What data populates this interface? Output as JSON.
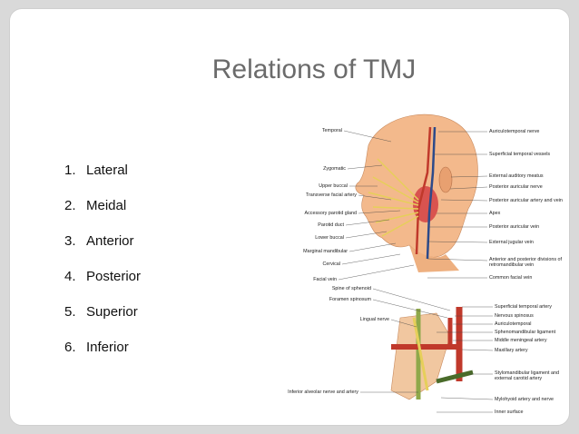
{
  "title": "Relations of TMJ",
  "relations": [
    {
      "num": "1.",
      "text": "Lateral"
    },
    {
      "num": "2.",
      "text": "Meidal"
    },
    {
      "num": "3.",
      "text": "Anterior"
    },
    {
      "num": "4.",
      "text": "Posterior"
    },
    {
      "num": "5.",
      "text": "Superior"
    },
    {
      "num": "6.",
      "text": "Inferior"
    }
  ],
  "head_figure": {
    "left_labels": [
      "Temporal",
      "Zygomatic",
      "Upper buccal",
      "Transverse facial artery",
      "Accessory parotid gland",
      "Parotid duct",
      "Lower buccal",
      "Marginal mandibular",
      "Cervical",
      "Facial vein"
    ],
    "right_labels": [
      "Auriculotemporal nerve",
      "Superficial temporal vessels",
      "External auditory meatus",
      "Posterior auricular nerve",
      "Posterior auricular artery and vein",
      "Apex",
      "Posterior auricular vein",
      "External jugular vein",
      "Anterior and posterior divisions of retromandibular vein",
      "Common facial vein"
    ]
  },
  "joint_figure": {
    "left_labels": [
      "Spine of sphenoid",
      "Foramen spinosum",
      "Lingual nerve",
      "Inferior alveolar nerve and artery"
    ],
    "right_labels": [
      "Superficial temporal artery",
      "Nervous spinosus",
      "Auriculotemporal",
      "Sphenomandibular ligament",
      "Middle meningeal artery",
      "Maxillary artery",
      "Stylomandibular ligament and external carotid artery",
      "Mylohyoid artery and nerve",
      "Inner surface"
    ]
  }
}
